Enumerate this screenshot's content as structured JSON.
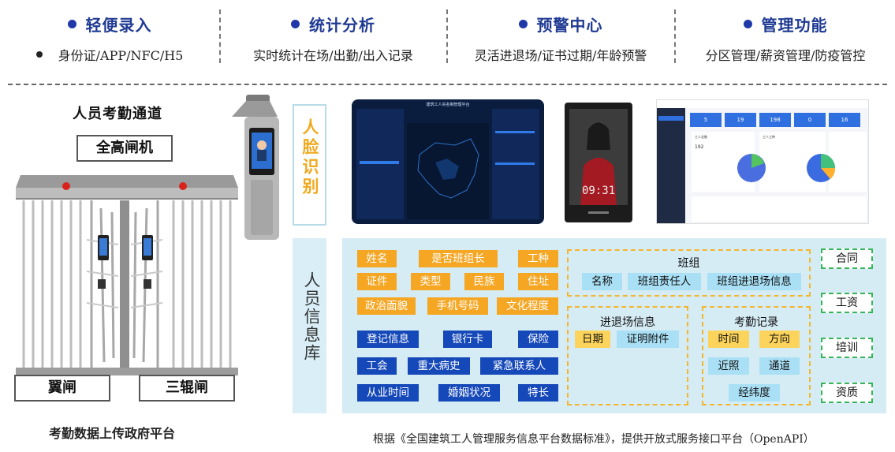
{
  "features": [
    {
      "title": "轻便录入",
      "subtitle": "身份证/APP/NFC/H5"
    },
    {
      "title": "统计分析",
      "subtitle": "实时统计在场/出勤/出入记录"
    },
    {
      "title": "预警中心",
      "subtitle": "灵活进退场/证书过期/年龄预警"
    },
    {
      "title": "管理功能",
      "subtitle": "分区管理/薪资管理/防疫管控"
    }
  ],
  "gate": {
    "title": "人员考勤通道",
    "full_height_label": "全高闸机",
    "wing_label": "翼闸",
    "tripod_label": "三辊闸",
    "footer": "考勤数据上传政府平台"
  },
  "face": {
    "label": "人脸识别"
  },
  "info": {
    "label": "人员信息库",
    "orange_tags": [
      "姓名",
      "是否班组长",
      "工种",
      "证件",
      "类型",
      "民族",
      "住址",
      "政治面貌",
      "手机号码",
      "文化程度"
    ],
    "blue_tags": [
      "登记信息",
      "银行卡",
      "保险",
      "工会",
      "重大病史",
      "紧急联系人",
      "从业时间",
      "婚姻状况",
      "特长"
    ],
    "team": {
      "title": "班组",
      "items": [
        "名称",
        "班组责任人",
        "班组进退场信息"
      ]
    },
    "entry": {
      "title": "进退场信息",
      "items": [
        "日期",
        "证明附件"
      ]
    },
    "attendance": {
      "title": "考勤记录",
      "items": [
        "时间",
        "方向",
        "近照",
        "通道",
        "经纬度"
      ]
    },
    "side": [
      "合同",
      "工资",
      "培训",
      "资质"
    ]
  },
  "footnote": "根据《全国建筑工人管理服务信息平台数据标准》，提供开放式服务接口平台（OpenAPI）",
  "screens": {
    "dashboard_title": "建筑工人实名制管理平台",
    "device_time": "09:31",
    "admin_stats": [
      "5",
      "19",
      "198",
      "0",
      "16"
    ],
    "admin_labels": [
      "工人总数",
      "工人工种"
    ],
    "admin_count": "192"
  }
}
